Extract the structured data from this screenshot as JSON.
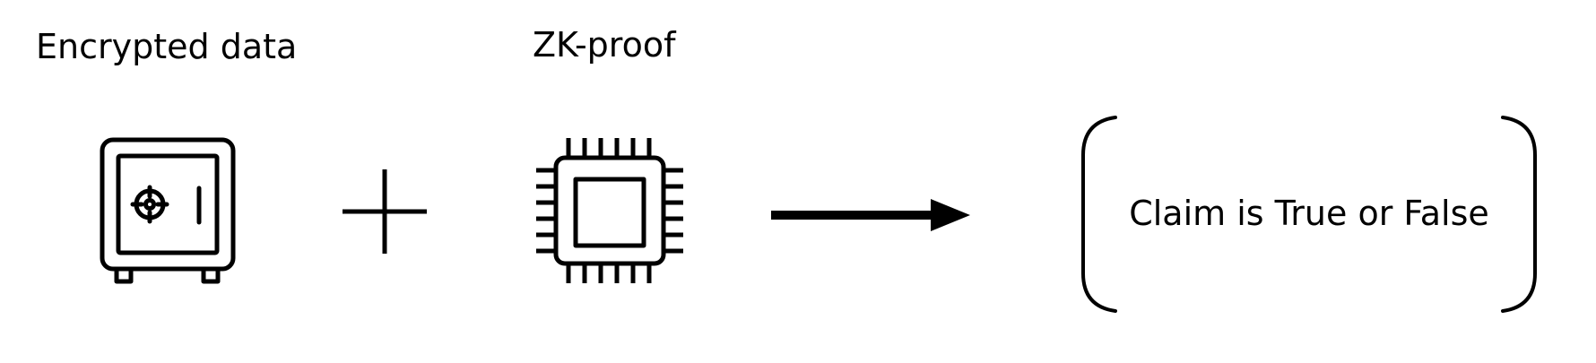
{
  "labels": {
    "encrypted_data": "Encrypted data",
    "zk_proof": "ZK-proof"
  },
  "result": {
    "claim_text": "Claim is True or False"
  },
  "icons": {
    "safe": "safe-icon",
    "plus": "plus-icon",
    "chip": "chip-icon",
    "arrow": "arrow-right-icon"
  },
  "colors": {
    "stroke": "#000000",
    "background": "#ffffff"
  }
}
